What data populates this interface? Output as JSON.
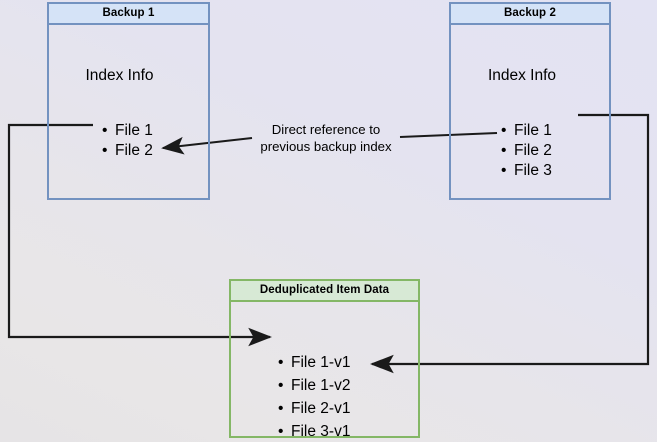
{
  "diagram": {
    "title": "Backup deduplication reference diagram",
    "background_gradient_from": "#e3e3f3",
    "background_gradient_to": "#e6e4e6",
    "boxes": [
      {
        "id": "backup1",
        "header": "Backup 1",
        "section_label": "Index Info",
        "border_color": "#7392c0",
        "header_fill": "#d5e3f7",
        "items": [
          "File 1",
          "File 2"
        ]
      },
      {
        "id": "backup2",
        "header": "Backup 2",
        "section_label": "Index Info",
        "border_color": "#7392c0",
        "header_fill": "#d5e3f7",
        "items": [
          "File 1",
          "File 2",
          "File 3"
        ]
      },
      {
        "id": "dedup",
        "header": "Deduplicated Item Data",
        "border_color": "#84b766",
        "header_fill": "#d7e9d5",
        "items": [
          "File 1-v1",
          "File 1-v2",
          "File 2-v1",
          "File 3-v1"
        ]
      }
    ],
    "caption": {
      "line1": "Direct reference to",
      "line2": "previous backup index"
    },
    "connectors": [
      {
        "name": "backup2-index-to-backup1-index",
        "from": "Backup 2 file list",
        "to": "Backup 1 File 2",
        "arrow": "left",
        "color": "#1a1a1a"
      },
      {
        "name": "backup1-file1-to-dedup-file1v1",
        "from": "Backup 1 File 1",
        "to": "Deduplicated Item Data File 1-v1",
        "arrow": "right",
        "color": "#1a1a1a"
      },
      {
        "name": "backup2-file1-to-dedup-file1v2",
        "from": "Backup 2 File 1",
        "to": "Deduplicated Item Data File 1-v2",
        "arrow": "left",
        "color": "#1a1a1a"
      }
    ]
  }
}
